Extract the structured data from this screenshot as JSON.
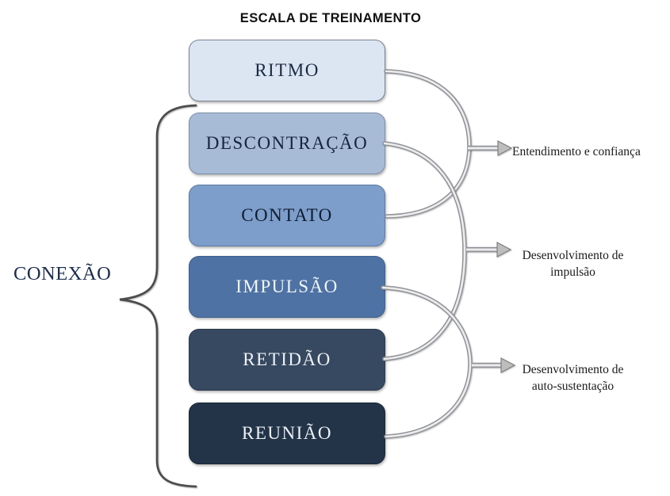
{
  "title": "ESCALA DE TREINAMENTO",
  "left_label": {
    "text": "CONEXÃO"
  },
  "boxes": [
    {
      "label": "RITMO",
      "fill": "#dce6f2",
      "border": "#7a8494",
      "text_color": "#1a2a44"
    },
    {
      "label": "DESCONTRAÇÃO",
      "fill": "#a7bbd7",
      "border": "#7e8ea6",
      "text_color": "#15253d"
    },
    {
      "label": "CONTATO",
      "fill": "#7d9ecb",
      "border": "#5d7aa3",
      "text_color": "#101c30"
    },
    {
      "label": "IMPULSÃO",
      "fill": "#4d72a3",
      "border": "#3f5f8c",
      "text_color": "#f2f5fa"
    },
    {
      "label": "RETIDÃO",
      "fill": "#374960",
      "border": "#2c3a4e",
      "text_color": "#eef1f6"
    },
    {
      "label": "REUNIÃO",
      "fill": "#233448",
      "border": "#1a2837",
      "text_color": "#eef1f6"
    }
  ],
  "annotations": [
    {
      "label": "Entendimento e confiança",
      "lines": [
        "Entendimento e confiança"
      ],
      "connects": [
        "RITMO",
        "CONTATO"
      ]
    },
    {
      "label": "Desenvolvimento de impulsão",
      "lines": [
        "Desenvolvimento de",
        "impulsão"
      ],
      "connects": [
        "DESCONTRAÇÃO",
        "RETIDÃO"
      ]
    },
    {
      "label": "Desenvolvimento de auto-sustentação",
      "lines": [
        "Desenvolvimento de",
        "auto-sustentação"
      ],
      "connects": [
        "IMPULSÃO",
        "REUNIÃO"
      ]
    }
  ],
  "brace": {
    "groups_label": "CONEXÃO",
    "spans": [
      "DESCONTRAÇÃO",
      "REUNIÃO"
    ]
  },
  "colors": {
    "background": "#ffffff",
    "title_text": "#111111",
    "connexao_text": "#1c2c4e",
    "annotation_text": "#1a1a1a",
    "connector_outer": "#8f9297",
    "connector_inner": "#ececec",
    "arrow_fill": "#bdbdbd",
    "arrow_outline": "#7f7f7f",
    "brace": "#4c4c4c"
  }
}
